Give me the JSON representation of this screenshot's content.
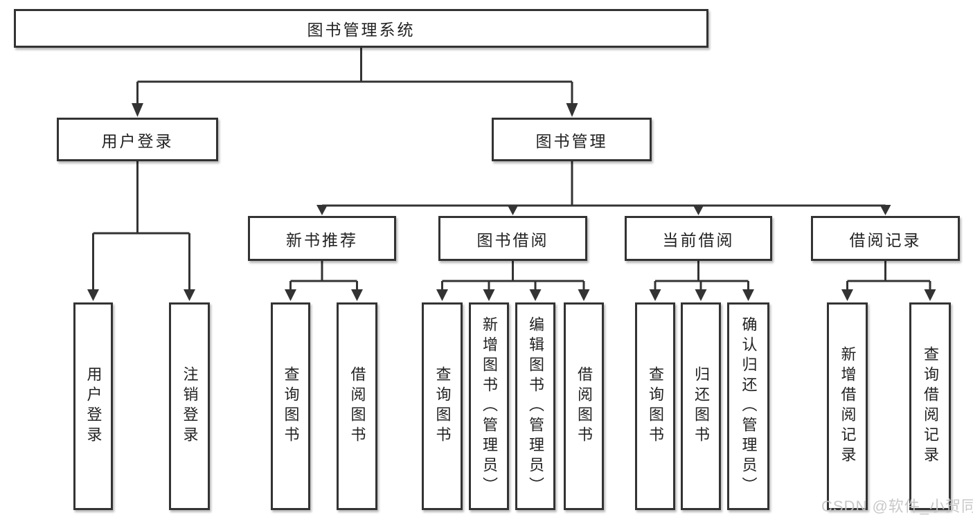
{
  "tree": {
    "root": {
      "label": "图书管理系统"
    },
    "user_login": {
      "label": "用户登录",
      "children": {
        "login": {
          "label": "用户登录"
        },
        "logout": {
          "label": "注销登录"
        }
      }
    },
    "book_mgmt": {
      "label": "图书管理",
      "groups": {
        "new_book": {
          "label": "新书推荐",
          "children": {
            "query": {
              "label": "查询图书"
            },
            "borrow": {
              "label": "借阅图书"
            }
          }
        },
        "borrowing": {
          "label": "图书借阅",
          "children": {
            "query": {
              "label": "查询图书"
            },
            "add": {
              "label": "新增图书（管理员）"
            },
            "edit": {
              "label": "编辑图书（管理员）"
            },
            "borrow": {
              "label": "借阅图书"
            }
          }
        },
        "current": {
          "label": "当前借阅",
          "children": {
            "query": {
              "label": "查询图书"
            },
            "return": {
              "label": "归还图书"
            },
            "confirm": {
              "label": "确认归还（管理员）"
            }
          }
        },
        "records": {
          "label": "借阅记录",
          "children": {
            "add": {
              "label": "新增借阅记录"
            },
            "query": {
              "label": "查询借阅记录"
            }
          }
        }
      }
    }
  },
  "watermark": {
    "text": "CSDN @软件_小贺同学"
  },
  "colors": {
    "line": "#333333",
    "box_border": "#333333",
    "box_background": "#ffffff",
    "text": "#222222",
    "watermark": "#c5c5c5",
    "page_background": "#ffffff"
  }
}
